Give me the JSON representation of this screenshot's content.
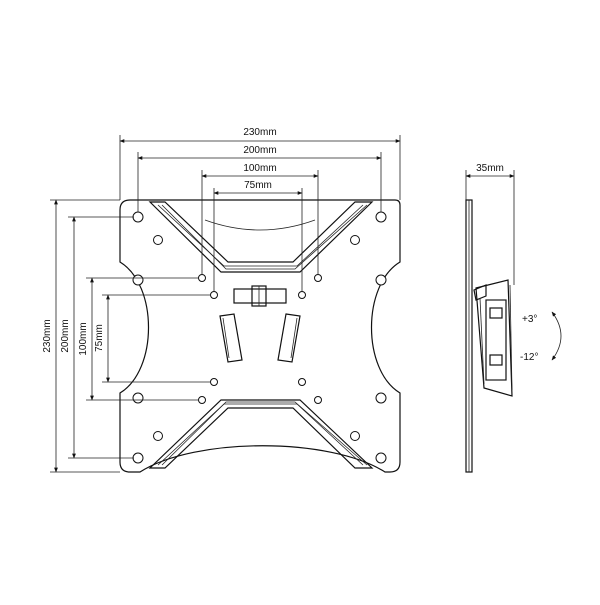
{
  "front_view": {
    "width_230": "230mm",
    "width_200": "200mm",
    "width_100": "100mm",
    "width_75": "75mm",
    "height_230": "230mm",
    "height_200": "200mm",
    "height_100": "100mm",
    "height_75": "75mm"
  },
  "side_view": {
    "depth": "35mm",
    "tilt_up": "+3°",
    "tilt_down": "-12°"
  }
}
